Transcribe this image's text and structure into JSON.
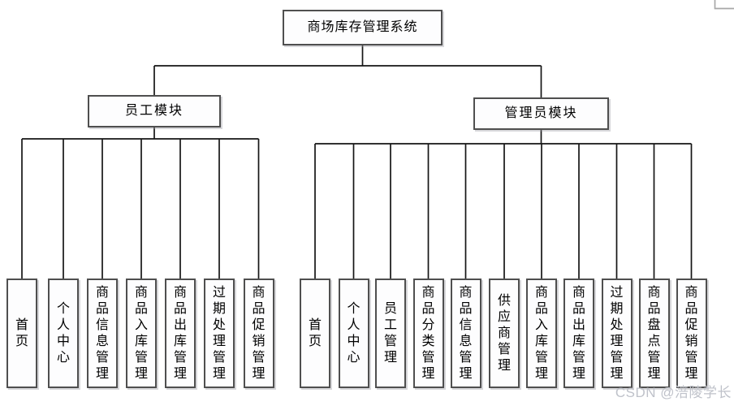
{
  "diagram": {
    "root_label": "商场库存管理系统",
    "modules": [
      {
        "label": "员工模块",
        "children": [
          "首页",
          "个人中心",
          "商品信息管理",
          "商品入库管理",
          "商品出库管理",
          "过期处理管理",
          "商品促销管理"
        ]
      },
      {
        "label": "管理员模块",
        "children": [
          "首页",
          "个人中心",
          "员工管理",
          "商品分类管理",
          "商品信息管理",
          "供应商管理",
          "商品入库管理",
          "商品出库管理",
          "过期处理管理",
          "商品盘点管理",
          "商品促销管理"
        ]
      }
    ]
  },
  "watermark": "CSDN @涪陵学长",
  "colors": {
    "box_border": "#4f4f4f",
    "box_fill": "#fdfdfe",
    "connector": "#161616",
    "watermark": "#bfc2ca",
    "corner_artifact": "#a8a8a8"
  }
}
